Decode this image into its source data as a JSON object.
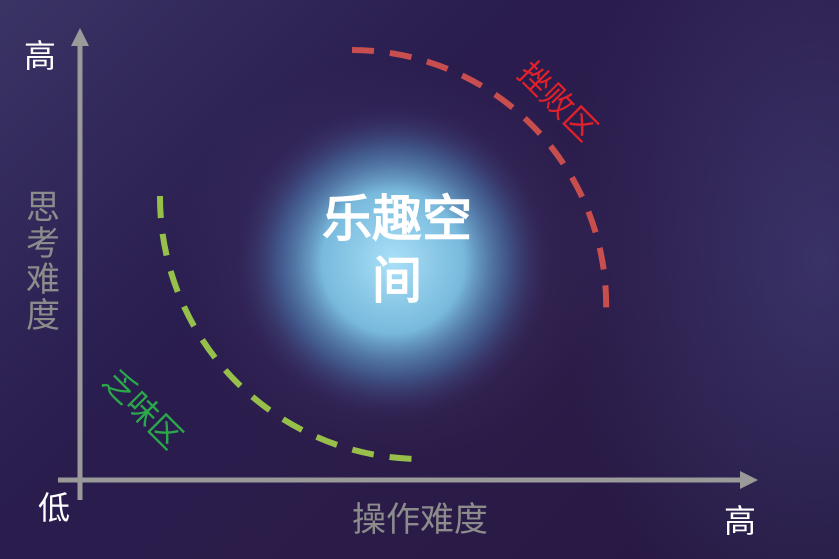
{
  "axes": {
    "y_high": "高",
    "y_title": "思考难度",
    "origin_low": "低",
    "x_title": "操作难度",
    "x_high": "高"
  },
  "zones": {
    "fun": "乐趣空间",
    "failure": "挫败区",
    "boredom": "乏味区"
  },
  "colors": {
    "axis": "#9a9a9a",
    "fun_glow": "#8fd2f0",
    "failure_arc": "#d9534f",
    "failure_text": "#e1212a",
    "boredom_arc": "#a3d24a",
    "boredom_text": "#2aa84a"
  }
}
